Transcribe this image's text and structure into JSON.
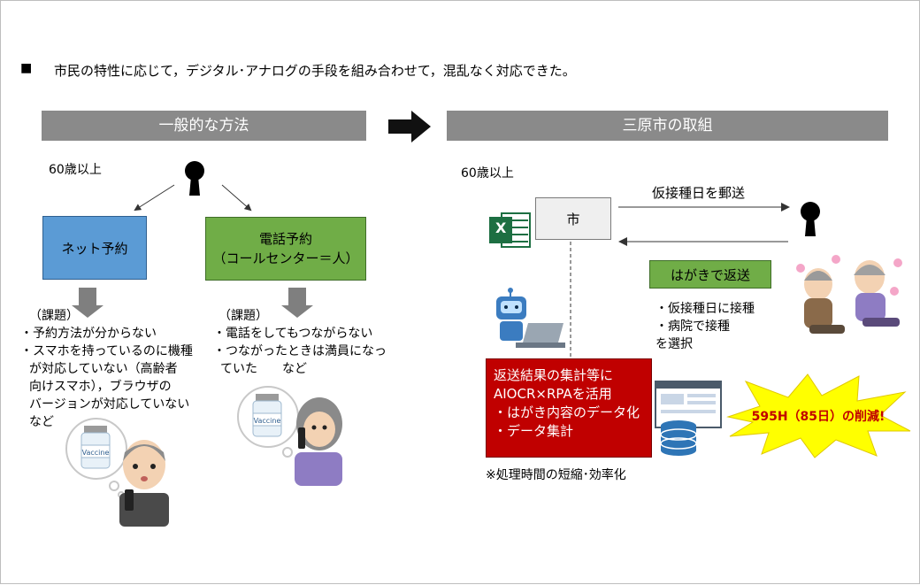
{
  "headline": {
    "bullet": "■",
    "text": "市民の特性に応じて，デジタル･アナログの手段を組み合わせて，混乱なく対応できた。"
  },
  "left": {
    "banner": "一般的な方法",
    "age": "60歳以上",
    "net_box": "ネット予約",
    "phone_box_line1": "電話予約",
    "phone_box_line2": "（コールセンター＝人）",
    "issues_a": {
      "title": "（課題）",
      "lines": [
        "・予約方法が分からない",
        "・スマホを持っているのに機種",
        "が対応していない（高齢者",
        "向けスマホ），ブラウザの",
        "バージョンが対応していない",
        "など"
      ]
    },
    "issues_b": {
      "title": "（課題）",
      "lines": [
        "・電話をしてもつながらない",
        "・つながったときは満員になっ",
        "ていた　　など"
      ]
    },
    "vaccine_label": "Vaccine"
  },
  "right": {
    "banner": "三原市の取組",
    "age": "60歳以上",
    "city_box": "市",
    "mail_label": "仮接種日を郵送",
    "reply_box": "はがきで返送",
    "options": [
      "・仮接種日に接種",
      "・病院で接種",
      "を選択"
    ],
    "red_lines": [
      "返送結果の集計等に",
      "AIOCR×RPAを活用",
      "・はがき内容のデータ化",
      "・データ集計"
    ],
    "note": "※処理時間の短縮･効率化",
    "burst": "595H（85日）の削減!",
    "excel_letter": "X"
  },
  "colors": {
    "banner": "#8a8a8a",
    "net": "#5b9bd5",
    "phone": "#70ad47",
    "red": "#c00000",
    "burst": "#ffff00",
    "burst_text": "#c00000",
    "excel": "#1d6f42"
  }
}
